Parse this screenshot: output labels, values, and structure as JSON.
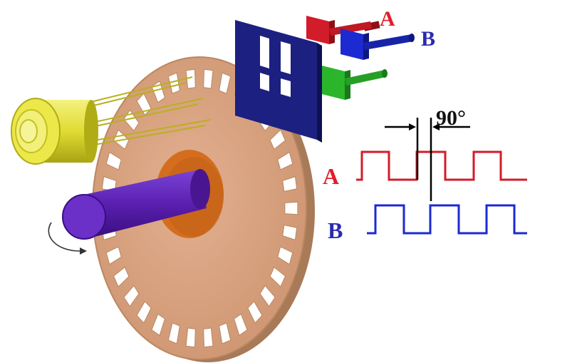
{
  "labels": {
    "sensor_a": "A",
    "sensor_b": "B",
    "wave_a": "A",
    "wave_b": "B",
    "phase": "90°"
  },
  "colors": {
    "disk": "#d8a27e",
    "disk_edge": "#b98762",
    "shaft": "#5a1fb0",
    "hub": "#d46e1e",
    "led": "#e4e035",
    "mask": "#1c2080",
    "sensor_a": "#d21c2a",
    "sensor_b": "#1c2ad2",
    "sensor_index": "#2bb52b",
    "signal_a": "#d21c2a",
    "signal_b": "#1c2ad2"
  },
  "signals": {
    "phase_shift_deg": 90,
    "cycles_visible": 3
  },
  "disk": {
    "slot_count": 34
  }
}
